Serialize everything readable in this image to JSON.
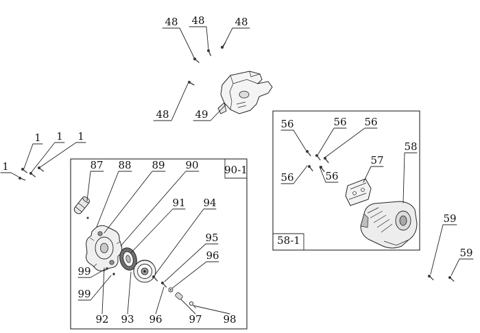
{
  "figure": {
    "type": "patent-exploded-parts-diagram",
    "colors": {
      "background": "#ffffff",
      "line": "#222222",
      "shade_dark": "#6e6e6e",
      "shade_mid": "#9a9a9a",
      "shade_light": "#ededed"
    }
  },
  "labels": {
    "n48_1": "48",
    "n48_2": "48",
    "n48_3": "48",
    "n48_4": "48",
    "n49": "49",
    "n1_1": "1",
    "n1_2": "1",
    "n1_3": "1",
    "n1_4": "1",
    "box90_tag": "90-1",
    "n87": "87",
    "n88": "88",
    "n89": "89",
    "n90": "90",
    "n91": "91",
    "n94": "94",
    "n95": "95",
    "n96_side": "96",
    "n99_1": "99",
    "n99_2": "99",
    "n92": "92",
    "n93": "93",
    "n96_bottom": "96",
    "n97": "97",
    "n98": "98",
    "box58_tag": "58-1",
    "n56_1": "56",
    "n56_2": "56",
    "n56_3": "56",
    "n56_4": "56",
    "n56_5": "56",
    "n57": "57",
    "n58": "58",
    "n59_1": "59",
    "n59_2": "59"
  }
}
